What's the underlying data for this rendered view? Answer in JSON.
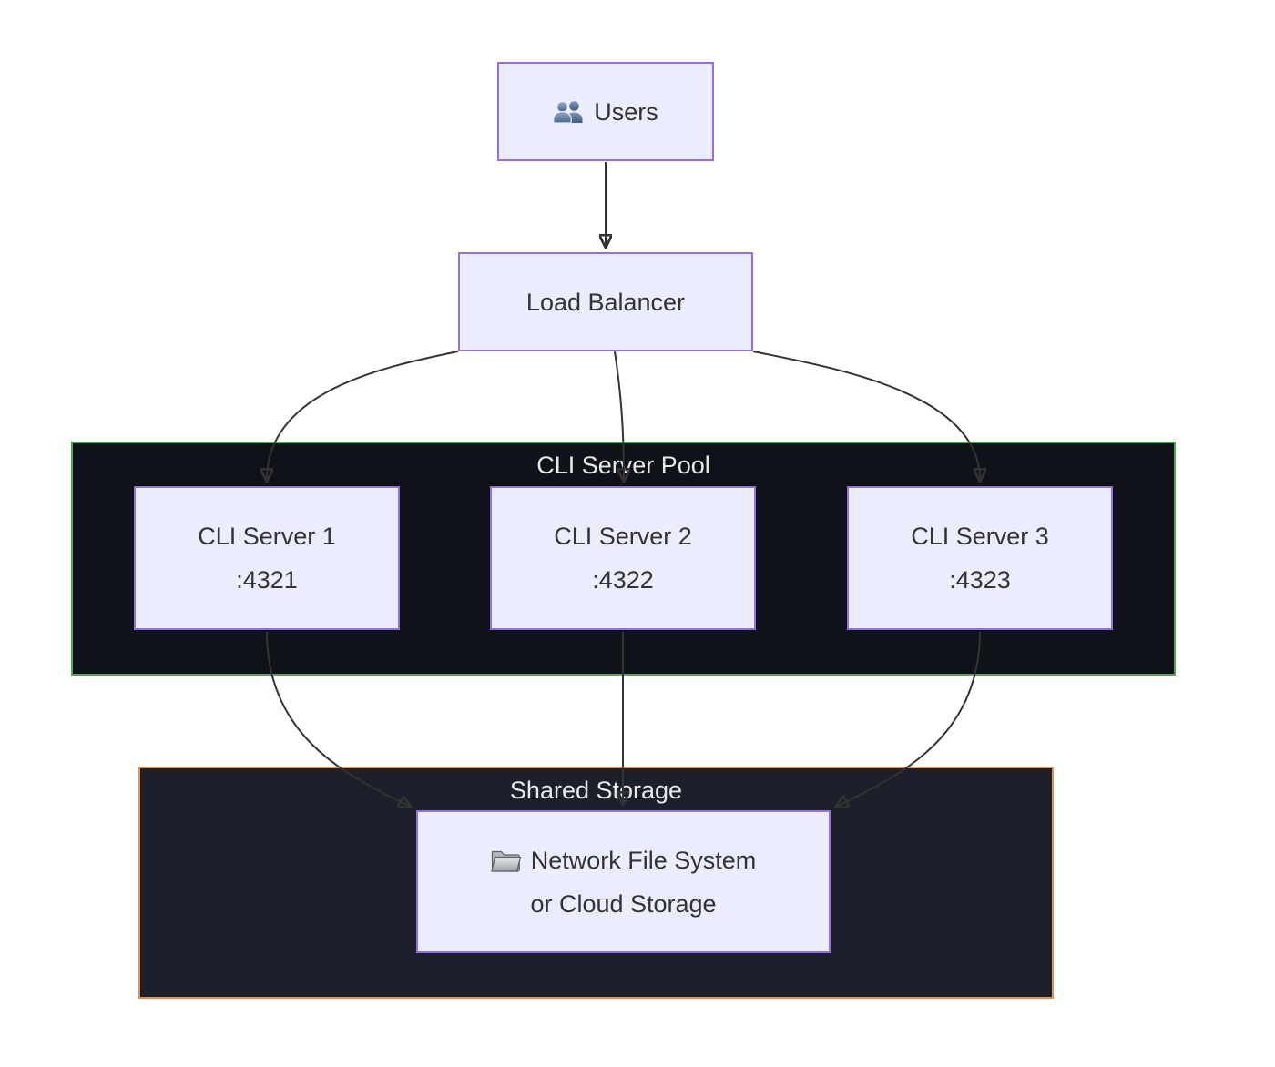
{
  "diagram_type": "flowchart",
  "colors": {
    "canvas_bg": "#ffffff",
    "node_fill": "#ececff",
    "node_border": "#9370db",
    "node_text": "#333333",
    "edge": "#333333",
    "pool_bg": "#0f1218",
    "pool_border": "#58a55c",
    "storage_bg": "#1b202b",
    "storage_border": "#e09356",
    "cluster_title": "#e8e8e8"
  },
  "clusters": {
    "pool": {
      "title": "CLI Server Pool"
    },
    "shared_storage": {
      "title": "Shared Storage"
    }
  },
  "nodes": {
    "users": {
      "label": "Users",
      "icon": "people-icon"
    },
    "load_balancer": {
      "label": "Load Balancer"
    },
    "cli_server_1": {
      "name": "CLI Server 1",
      "port": ":4321"
    },
    "cli_server_2": {
      "name": "CLI Server 2",
      "port": ":4322"
    },
    "cli_server_3": {
      "name": "CLI Server 3",
      "port": ":4323"
    },
    "storage": {
      "line1": "Network File System",
      "line2": "or Cloud Storage",
      "icon": "folder-icon"
    }
  },
  "edges": [
    {
      "from": "users",
      "to": "load_balancer"
    },
    {
      "from": "load_balancer",
      "to": "cli_server_1"
    },
    {
      "from": "load_balancer",
      "to": "cli_server_2"
    },
    {
      "from": "load_balancer",
      "to": "cli_server_3"
    },
    {
      "from": "cli_server_1",
      "to": "storage"
    },
    {
      "from": "cli_server_2",
      "to": "storage"
    },
    {
      "from": "cli_server_3",
      "to": "storage"
    }
  ]
}
